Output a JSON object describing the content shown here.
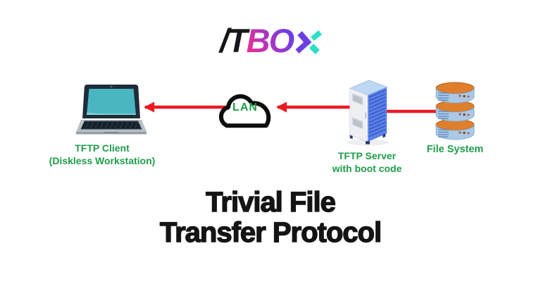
{
  "logo": {
    "prefix": "/T",
    "mid": "BO",
    "x_mark": "x-chevron-mark"
  },
  "diagram": {
    "client_label_1": "TFTP Client",
    "client_label_2": "(Diskless Workstation)",
    "lan_label": "LAN",
    "server_label_1": "TFTP Server",
    "server_label_2": "with boot code",
    "storage_label": "File System"
  },
  "title": {
    "line1": "Trivial File",
    "line2": "Transfer Protocol"
  },
  "colors": {
    "label_green": "#1F9D4A",
    "arrow_red": "#EB1B23",
    "logo_black": "#17171B",
    "logo_pink": "#E8309A",
    "logo_purple": "#6C3FE4",
    "logo_teal": "#29DFC7",
    "title_black": "#141414",
    "cloud_stroke": "#0D0D0D",
    "laptop_screen": "#49B6C2",
    "laptop_body": "#1F2D3A",
    "server_blue": "#5B82E8",
    "server_face": "#EDEFF3",
    "db_blue": "#A9C9E6",
    "db_orange": "#DF7E2B"
  }
}
